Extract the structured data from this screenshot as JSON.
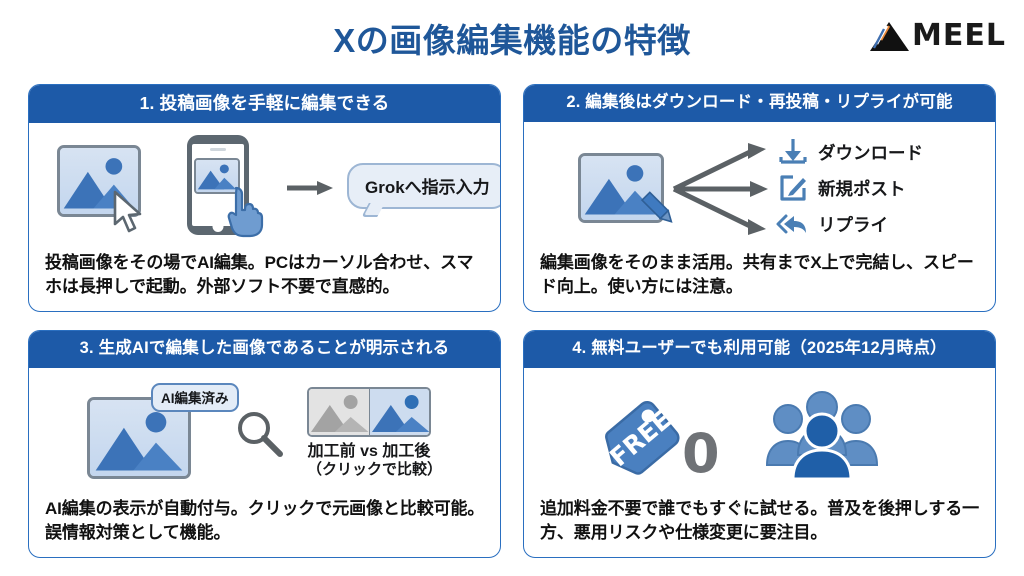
{
  "header": {
    "title": "Xの画像編集機能の特徴",
    "logo_text": "MEEL",
    "logo_full": "AMEEL",
    "logo_mark": "mountain-logo-icon"
  },
  "colors": {
    "title_blue": "#1f5799",
    "header_bar_blue": "#1d5aa8",
    "card_border_blue": "#2a6fc0",
    "icon_blue": "#4a7fb5",
    "deep_blue": "#2f6fb5",
    "gray": "#7a8794",
    "arrow_gray": "#5b6165",
    "text_dark": "#111111",
    "badge_bg": "#e3ecf7",
    "bubble_bg": "#e7eef7"
  },
  "cards": [
    {
      "number": "1",
      "header": "1. 投稿画像を手軽に編集できる",
      "body": "投稿画像をその場でAI編集。PCはカーソル合わせ、スマホは長押しで起動。外部ソフト不要で直感的。",
      "figure": {
        "type": "pc-and-phone-to-grok",
        "bubble_text": "Grokへ指示入力",
        "icons": [
          "image-icon",
          "cursor-icon",
          "smartphone-icon",
          "pointing-hand-icon",
          "arrow-right-icon",
          "speech-bubble-icon"
        ]
      }
    },
    {
      "number": "2",
      "header": "2. 編集後はダウンロード・再投稿・リプライが可能",
      "body": "編集画像をそのまま活用。共有までX上で完結し、スピード向上。使い方には注意。",
      "figure": {
        "type": "branching-actions",
        "source_icon": "image-with-pencil-icon",
        "actions": [
          {
            "icon": "download-icon",
            "label": "ダウンロード"
          },
          {
            "icon": "new-post-icon",
            "label": "新規ポスト"
          },
          {
            "icon": "reply-icon",
            "label": "リプライ"
          }
        ]
      }
    },
    {
      "number": "3",
      "header": "3. 生成AIで編集した画像であることが明示される",
      "body": "AI編集の表示が自動付与。クリックで元画像と比較可能。誤情報対策として機能。",
      "figure": {
        "type": "ai-label-and-compare",
        "badge_text": "AI編集済み",
        "compare_label": "加工前 vs 加工後",
        "compare_sub": "（クリックで比較）",
        "icons": [
          "image-icon",
          "magnifier-icon",
          "before-after-compare-icon"
        ]
      }
    },
    {
      "number": "4",
      "header": "4. 無料ユーザーでも利用可能（2025年12月時点）",
      "body": "追加料金不要で誰でもすぐに試せる。普及を後押しする一方、悪用リスクや仕様変更に要注目。",
      "figure": {
        "type": "free-tag-and-users",
        "tag_text": "FREE",
        "price_text": "0",
        "icons": [
          "price-tag-icon",
          "people-group-icon"
        ]
      }
    }
  ]
}
